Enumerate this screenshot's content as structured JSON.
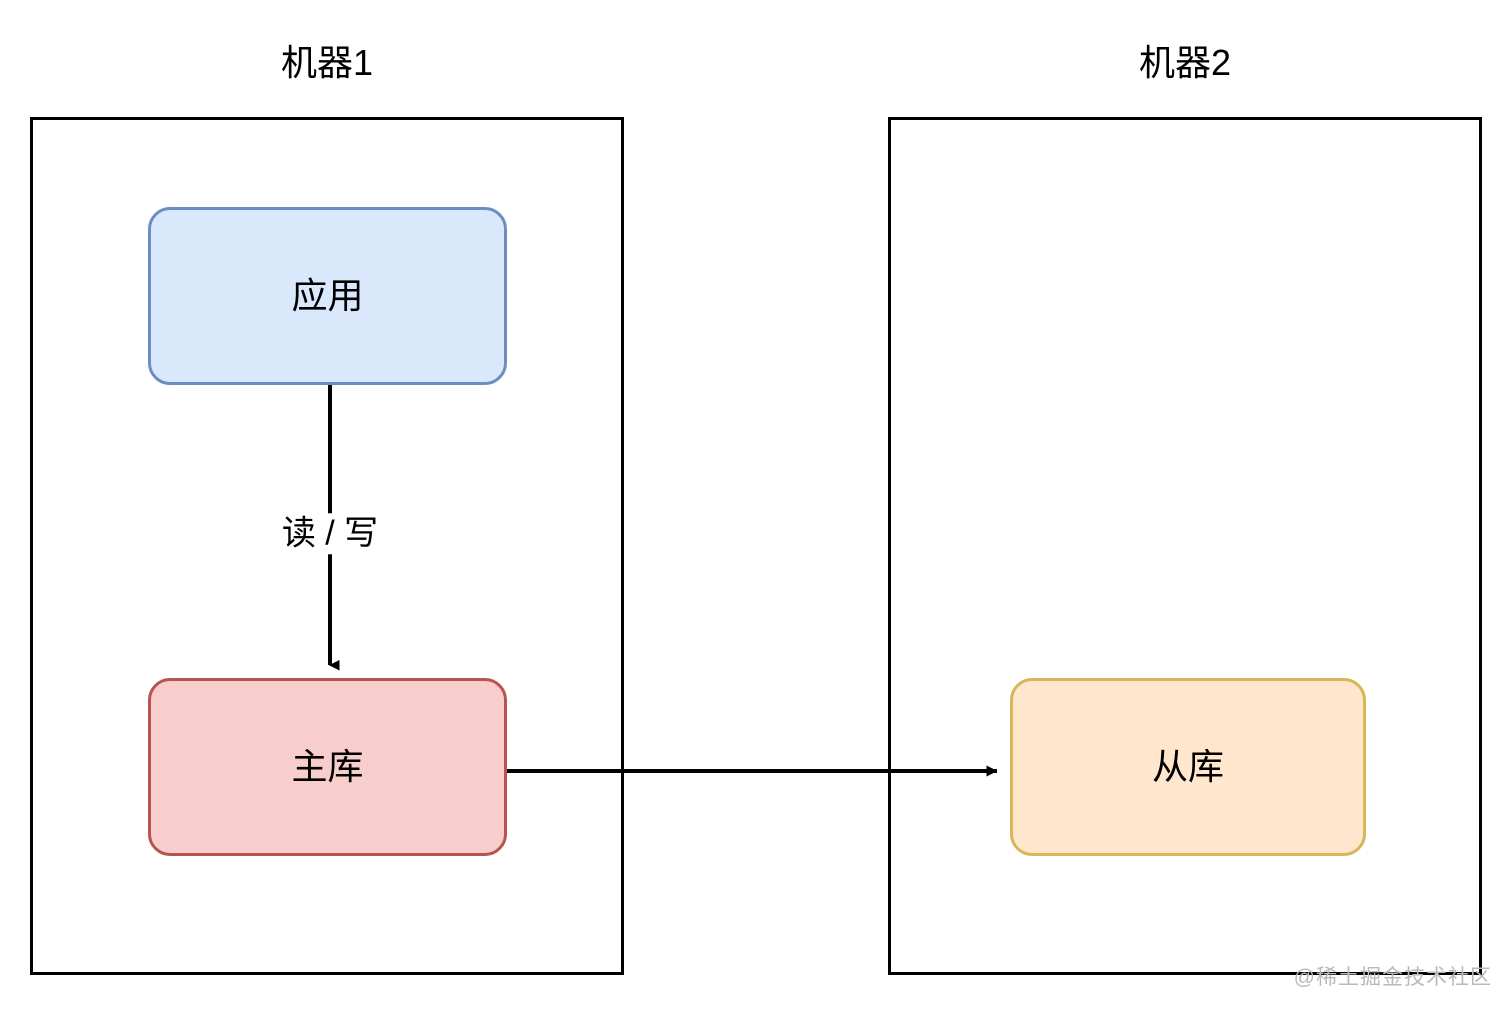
{
  "diagram": {
    "title_machine1": "机器1",
    "title_machine2": "机器2",
    "groups": [
      {
        "id": "machine1",
        "label": "机器1"
      },
      {
        "id": "machine2",
        "label": "机器2"
      }
    ],
    "nodes": [
      {
        "id": "app",
        "label": "应用",
        "group": "machine1",
        "fill": "#dae8fc",
        "stroke": "#6c8ebf"
      },
      {
        "id": "master",
        "label": "主库",
        "group": "machine1",
        "fill": "#f8cecc",
        "stroke": "#b85450"
      },
      {
        "id": "slave",
        "label": "从库",
        "group": "machine2",
        "fill": "#ffe6cc",
        "stroke": "#d6b656"
      }
    ],
    "edges": [
      {
        "id": "app-to-master",
        "from": "app",
        "to": "master",
        "label": "读 / 写",
        "direction": "down",
        "color": "#000000"
      },
      {
        "id": "master-to-slave",
        "from": "master",
        "to": "slave",
        "label": "",
        "direction": "right",
        "color": "#000000"
      }
    ],
    "edge_labels": {
      "read_write": "读 / 写"
    },
    "watermark": "@稀土掘金技术社区",
    "colors": {
      "background": "#ffffff",
      "container_border": "#000000",
      "connector": "#000000",
      "watermark": "#b9b9b9"
    }
  }
}
